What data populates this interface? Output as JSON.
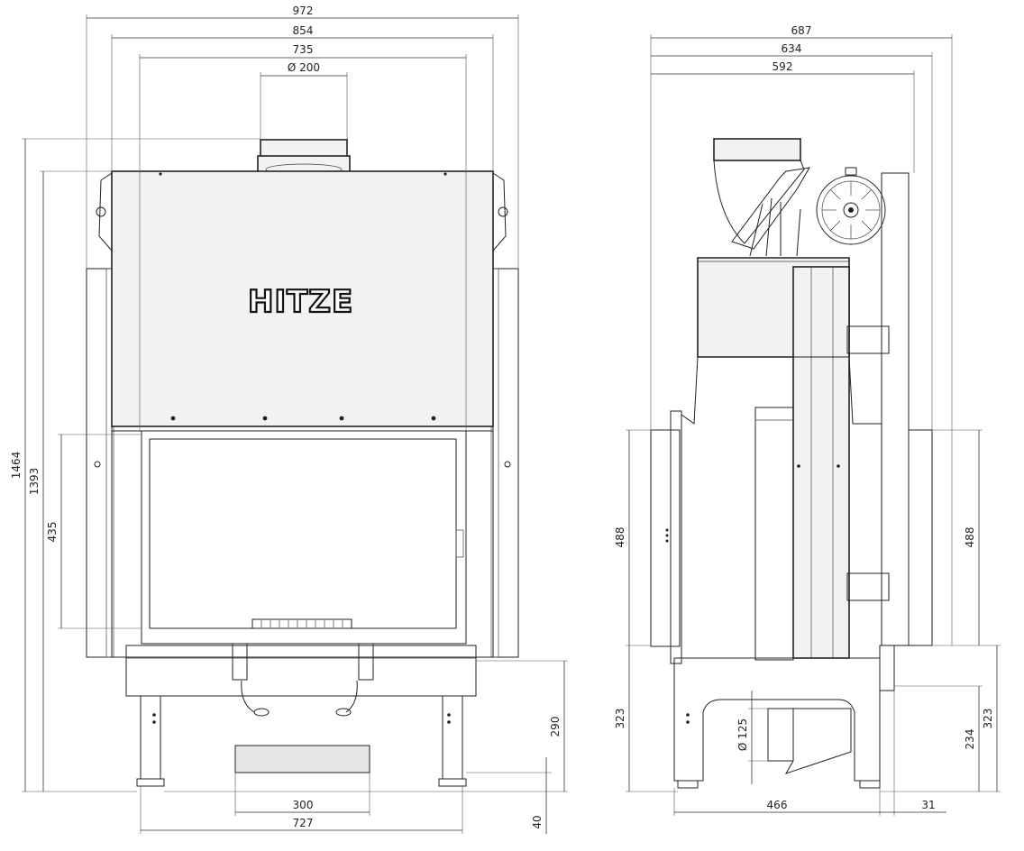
{
  "brand": {
    "logo_text": "HITZE"
  },
  "front_view": {
    "dimensions": {
      "overall_width": "972",
      "frame_width": "854",
      "body_width": "735",
      "flue_diameter": "Ø 200",
      "overall_height": "1464",
      "body_height": "1393",
      "glass_height": "435",
      "base_height": "290",
      "leg_adjust": "40",
      "ash_drawer_width": "300",
      "base_width": "727"
    }
  },
  "side_view": {
    "dimensions": {
      "overall_depth": "687",
      "depth_634": "634",
      "depth_592": "592",
      "frame_height_left": "488",
      "frame_height_right": "488",
      "base_height_left": "323",
      "base_height_right": "323",
      "air_inlet_height": "234",
      "air_inlet_diameter": "Ø 125",
      "base_depth": "466",
      "rear_offset": "31"
    }
  }
}
